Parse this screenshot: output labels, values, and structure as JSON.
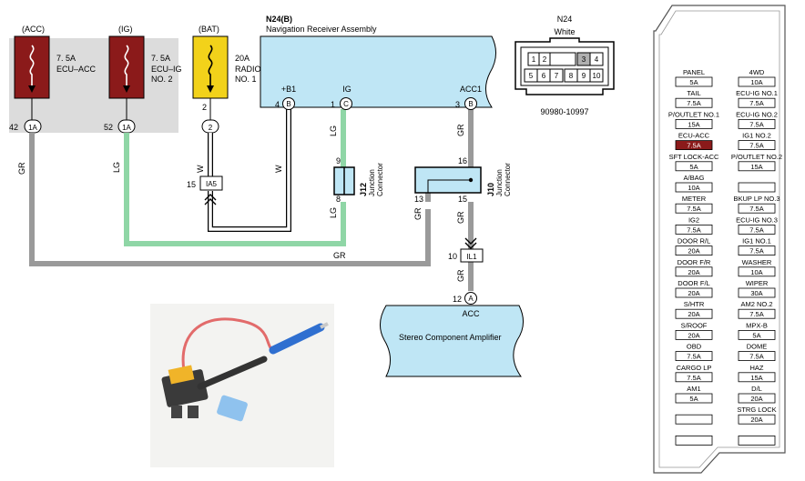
{
  "fuses": [
    {
      "circuit": "(ACC)",
      "rating": "7. 5A",
      "name1": "ECU–ACC",
      "name2": "",
      "pin": "42",
      "conn": "1A"
    },
    {
      "circuit": "(IG)",
      "rating": "7. 5A",
      "name1": "ECU–IG",
      "name2": "NO. 2",
      "pin": "52",
      "conn": "1A"
    },
    {
      "circuit": "(BAT)",
      "rating": "20A",
      "name1": "RADIO",
      "name2": "NO. 1",
      "pin": "2",
      "conn": "2"
    }
  ],
  "receiver": {
    "code": "N24(B)",
    "name": "Navigation Receiver Assembly",
    "pins": [
      {
        "num": "4",
        "letter": "B",
        "label": "+B1"
      },
      {
        "num": "1",
        "letter": "C",
        "label": "IG"
      },
      {
        "num": "3",
        "letter": "B",
        "label": "ACC1"
      }
    ]
  },
  "wires": {
    "gr": "GR",
    "lg": "LG",
    "w": "W"
  },
  "wire_colors": {
    "gray": "#9a9a9a",
    "light_green": "#8fd6a6",
    "white": "#ffffff"
  },
  "j12": {
    "code": "J12",
    "sub1": "Junction",
    "sub2": "Connector",
    "pin_top": "9",
    "pin_bottom": "8"
  },
  "j10": {
    "code": "J10",
    "sub1": "Junction",
    "sub2": "Connector",
    "pin_top": "16",
    "pin_left": "13",
    "pin_right": "15"
  },
  "ia5": {
    "label": "IA5",
    "pin": "15"
  },
  "il1": {
    "label": "IL1",
    "pin": "10"
  },
  "amplifier": {
    "pin": "12",
    "letter": "A",
    "label": "ACC",
    "name": "Stereo Component Amplifier"
  },
  "connector": {
    "code": "N24",
    "color": "White",
    "part": "90980-10997",
    "pins_top": [
      "1",
      "2",
      "",
      "3",
      "4"
    ],
    "pins_bottom": [
      "5",
      "6",
      "7",
      "8",
      "9",
      "10"
    ]
  },
  "fuse_panel": {
    "rows": [
      {
        "l": "PANEL",
        "lv": "5A",
        "r": "4WD",
        "rv": "10A"
      },
      {
        "l": "TAIL",
        "lv": "7.5A",
        "r": "ECU-IG NO.1",
        "rv": "7.5A"
      },
      {
        "l": "P/OUTLET NO.1",
        "lv": "15A",
        "r": "ECU-IG NO.2",
        "rv": "7.5A"
      },
      {
        "l": "ECU-ACC",
        "lv": "7.5A",
        "r": "IG1 NO.2",
        "rv": "7.5A"
      },
      {
        "l": "SFT LOCK-ACC",
        "lv": "5A",
        "r": "P/OUTLET NO.2",
        "rv": "15A"
      },
      {
        "l": "A/BAG",
        "lv": "10A",
        "r": "",
        "rv": ""
      },
      {
        "l": "METER",
        "lv": "7.5A",
        "r": "BKUP LP NO.3",
        "rv": "7.5A"
      },
      {
        "l": "IG2",
        "lv": "7.5A",
        "r": "ECU-IG NO.3",
        "rv": "7.5A"
      },
      {
        "l": "DOOR R/L",
        "lv": "20A",
        "r": "IG1 NO.1",
        "rv": "7.5A"
      },
      {
        "l": "DOOR F/R",
        "lv": "20A",
        "r": "WASHER",
        "rv": "10A"
      },
      {
        "l": "DOOR F/L",
        "lv": "20A",
        "r": "WIPER",
        "rv": "30A"
      },
      {
        "l": "S/HTR",
        "lv": "20A",
        "r": "AM2 NO.2",
        "rv": "7.5A"
      },
      {
        "l": "S/ROOF",
        "lv": "20A",
        "r": "MPX-B",
        "rv": "5A"
      },
      {
        "l": "OBD",
        "lv": "7.5A",
        "r": "DOME",
        "rv": "7.5A"
      },
      {
        "l": "CARGO LP",
        "lv": "7.5A",
        "r": "HAZ",
        "rv": "15A"
      },
      {
        "l": "AM1",
        "lv": "5A",
        "r": "D/L",
        "rv": "20A"
      },
      {
        "l": "",
        "lv": "",
        "r": "STRG LOCK",
        "rv": "20A"
      },
      {
        "l": "",
        "lv": "",
        "r": "",
        "rv": ""
      }
    ],
    "highlight_index": 3,
    "highlight_color": "#8b1a1a"
  },
  "photo": {
    "icon": "add-a-fuse-tap-photo"
  }
}
